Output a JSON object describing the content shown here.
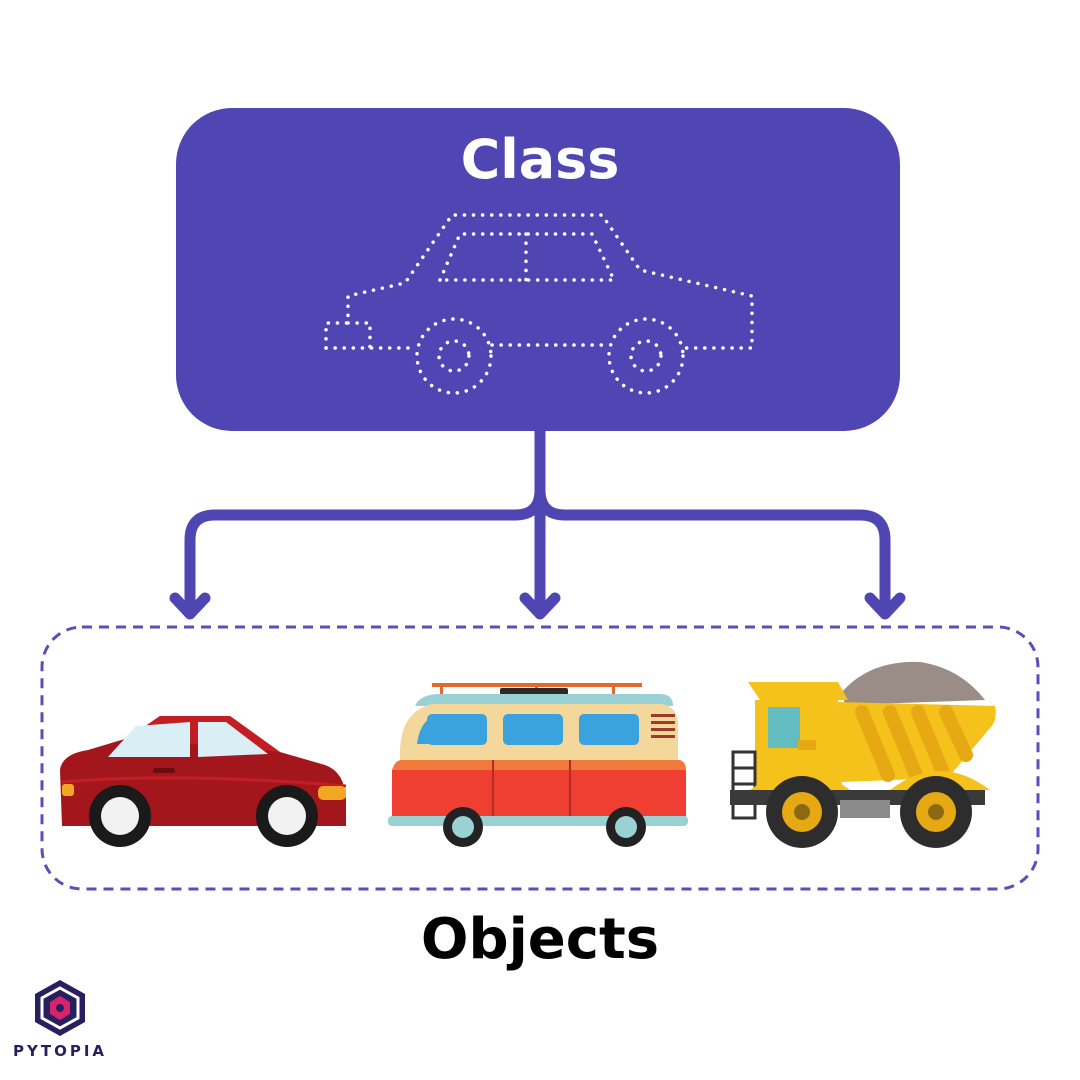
{
  "class_box": {
    "title": "Class",
    "fill": "#4f46b3",
    "outline_icon": "dotted-car-outline-icon"
  },
  "objects_box": {
    "title": "Objects",
    "border_color": "#5a4fb8",
    "items": [
      {
        "icon": "red-sedan-car-icon"
      },
      {
        "icon": "red-camper-van-icon"
      },
      {
        "icon": "yellow-dump-truck-icon"
      }
    ]
  },
  "arrow_color": "#4f46b3",
  "brand": {
    "name": "PYTOPIA",
    "logo": "pytopia-hexagon-logo-icon"
  }
}
